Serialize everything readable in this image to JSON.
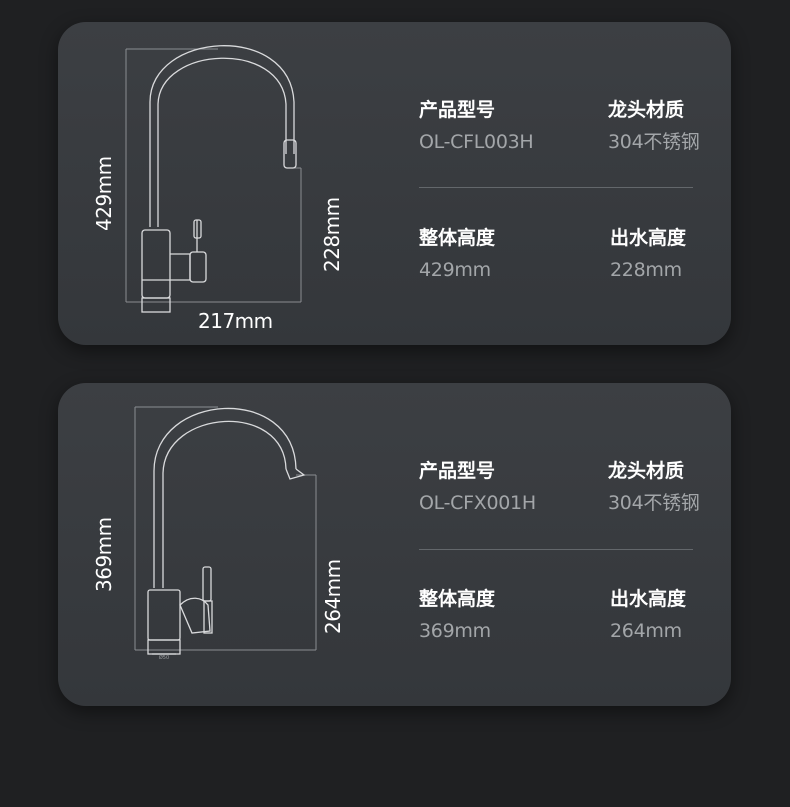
{
  "cards": [
    {
      "dims": {
        "height": "429mm",
        "spout_height": "228mm",
        "reach": "217mm"
      },
      "specs": [
        {
          "label": "产品型号",
          "value": "OL-CFL003H"
        },
        {
          "label": "龙头材质",
          "value": "304不锈钢"
        },
        {
          "label": "整体高度",
          "value": "429mm"
        },
        {
          "label": "出水高度",
          "value": "228mm"
        }
      ]
    },
    {
      "dims": {
        "height": "369mm",
        "spout_height": "264mm",
        "base_mark": "Ø50"
      },
      "specs": [
        {
          "label": "产品型号",
          "value": "OL-CFX001H"
        },
        {
          "label": "龙头材质",
          "value": "304不锈钢"
        },
        {
          "label": "整体高度",
          "value": "369mm"
        },
        {
          "label": "出水高度",
          "value": "264mm"
        }
      ]
    }
  ],
  "icons": [
    "pull-down-faucet-drawing",
    "gooseneck-faucet-drawing"
  ]
}
